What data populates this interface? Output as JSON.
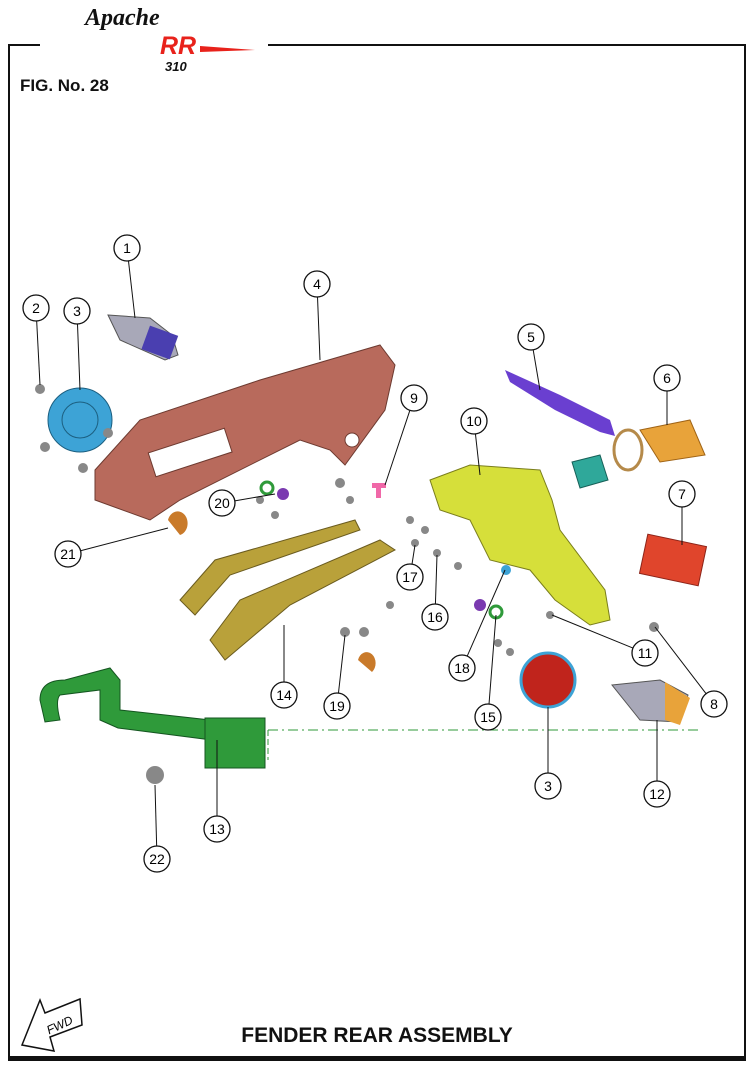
{
  "logo": {
    "brand": "Apache",
    "model": "RR",
    "number": "310"
  },
  "figure_label": "FIG. No. 28",
  "title": "FENDER REAR ASSEMBLY",
  "direction_label": "FWD",
  "callouts": [
    "1",
    "2",
    "3",
    "4",
    "5",
    "6",
    "7",
    "8",
    "9",
    "10",
    "11",
    "12",
    "13",
    "14",
    "15",
    "16",
    "17",
    "18",
    "19",
    "20",
    "21",
    "22",
    "3"
  ],
  "colors": {
    "frame": "#111111",
    "logo_red": "#e8221b",
    "mudguard": "#b86a5c",
    "bracket": "#d6df3a",
    "stay": "#b9a13a",
    "grab_rail": "#2f9a3a",
    "reflector": "#c0241c",
    "lamp": "#e8a33a",
    "plate_light": "#e0452c"
  }
}
